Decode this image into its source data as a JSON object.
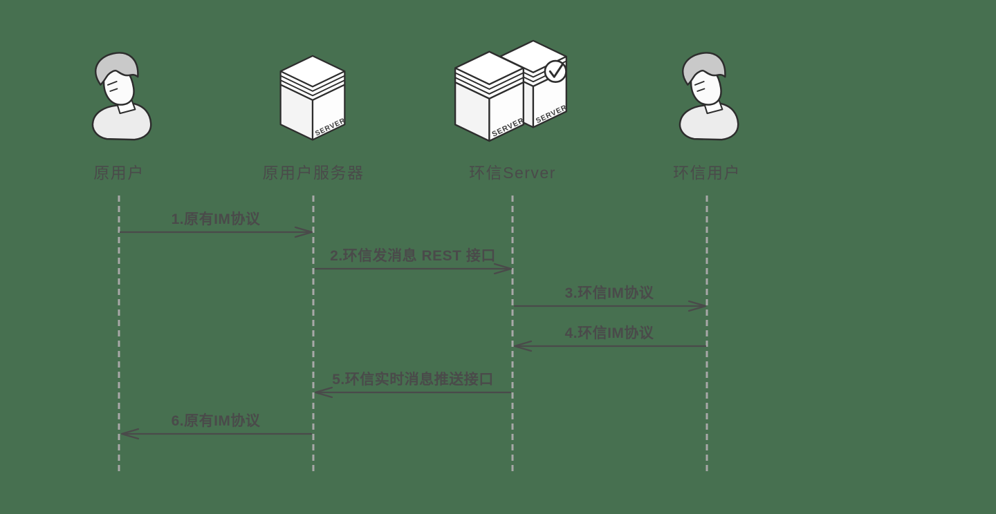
{
  "diagram": {
    "type": "sequence",
    "actors": [
      {
        "label": "原用户",
        "icon": "user-icon"
      },
      {
        "label": "原用户服务器",
        "icon": "server-icon"
      },
      {
        "label": "环信Server",
        "icon": "server-cluster-check-icon"
      },
      {
        "label": "环信用户",
        "icon": "user-icon"
      }
    ],
    "messages": [
      {
        "label": "1.原有IM协议",
        "from": "原用户",
        "to": "原用户服务器",
        "direction": "right"
      },
      {
        "label": "2.环信发消息 REST 接口",
        "from": "原用户服务器",
        "to": "环信Server",
        "direction": "right"
      },
      {
        "label": "3.环信IM协议",
        "from": "环信Server",
        "to": "环信用户",
        "direction": "right"
      },
      {
        "label": "4.环信IM协议",
        "from": "环信用户",
        "to": "环信Server",
        "direction": "left"
      },
      {
        "label": "5.环信实时消息推送接口",
        "from": "环信Server",
        "to": "原用户服务器",
        "direction": "left"
      },
      {
        "label": "6.原有IM协议",
        "from": "原用户服务器",
        "to": "原用户",
        "direction": "left"
      }
    ],
    "server_badge_text": "SERVER",
    "colors": {
      "background": "#477050",
      "arrow": "#4A4A4A",
      "lifeline": "#A8A8A8",
      "text": "#4A4A4A",
      "icon_outline": "#2D2D2D",
      "icon_gray": "#C9C9C9",
      "icon_light": "#ECECEC"
    }
  }
}
